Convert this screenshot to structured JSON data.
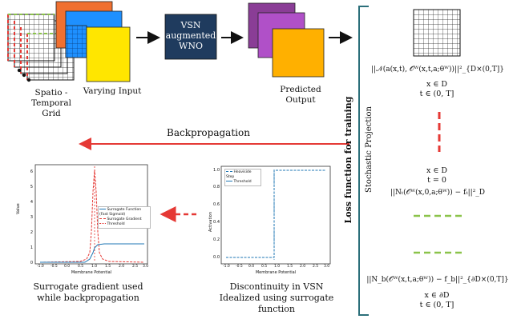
{
  "input": {
    "grid_label": "Spatio -\nTemporal\nGrid",
    "input_label": "Varying Input"
  },
  "model": {
    "box_label": "VSN\naugmented\nWNO"
  },
  "output": {
    "label": "Predicted\nOutput"
  },
  "loss": {
    "vertical_title": "Loss function for training",
    "stochastic_label": "Stochastic Projection",
    "term1": {
      "expr": "||𝒩(a(x,t), 𝒪ᵂ(x,t,a;θᵂ))||²_{D×(0,T]}",
      "dom1": "x ∈ D",
      "dom2": "t ∈ (0, T]"
    },
    "term2": {
      "dom1": "x ∈ D",
      "dom2": "t = 0",
      "expr": "||Nₜ(𝒪ᵂ(x,0,a;θᵂ)) − fₜ||²_D"
    },
    "term3": {
      "expr": "||N_b(𝒪ᵂ(x,t,a;θᵂ)) − f_b||²_{∂D×(0,T]}",
      "dom1": "x ∈ ∂D",
      "dom2": "t ∈ (0, T]"
    }
  },
  "backprop": {
    "label": "Backpropagation"
  },
  "caption_left": "Surrogate gradient used\nwhile backpropagation",
  "caption_right": "Discontinuity in VSN\nIdealized using surrogate\nfunction",
  "plot_left": {
    "ylabel": "Value",
    "xlabel": "Membrane Potential",
    "legend": [
      "Surrogate Function (Fast Sigmoid)",
      "Surrogate Gradient",
      "Threshold"
    ],
    "xticks": [
      "-1.0",
      "-0.5",
      "0.0",
      "0.5",
      "1.0",
      "1.5",
      "2.0",
      "2.5",
      "3.0"
    ],
    "yticks": [
      "0",
      "1",
      "2",
      "3",
      "4",
      "5",
      "6"
    ]
  },
  "plot_right": {
    "ylabel": "Activation",
    "xlabel": "Membrane Potential",
    "legend": [
      "Heaviside Step",
      "Threshold"
    ],
    "xticks": [
      "-1.0",
      "-0.5",
      "0.0",
      "0.5",
      "1.0",
      "1.5",
      "2.0",
      "2.5",
      "3.0"
    ],
    "yticks": [
      "0.0",
      "0.2",
      "0.4",
      "0.6",
      "0.8",
      "1.0"
    ]
  },
  "colors": {
    "red": "#e53935",
    "green": "#8bc34a",
    "blue": "#1f77b4",
    "orange_box": "#f07030",
    "blue_box": "#1e90ff",
    "yellow_box": "#ffe600",
    "model_box": "#1f3b5e",
    "purple_dark": "#8a3d96",
    "purple_light": "#b050c8",
    "teal": "#2b6f7a"
  }
}
